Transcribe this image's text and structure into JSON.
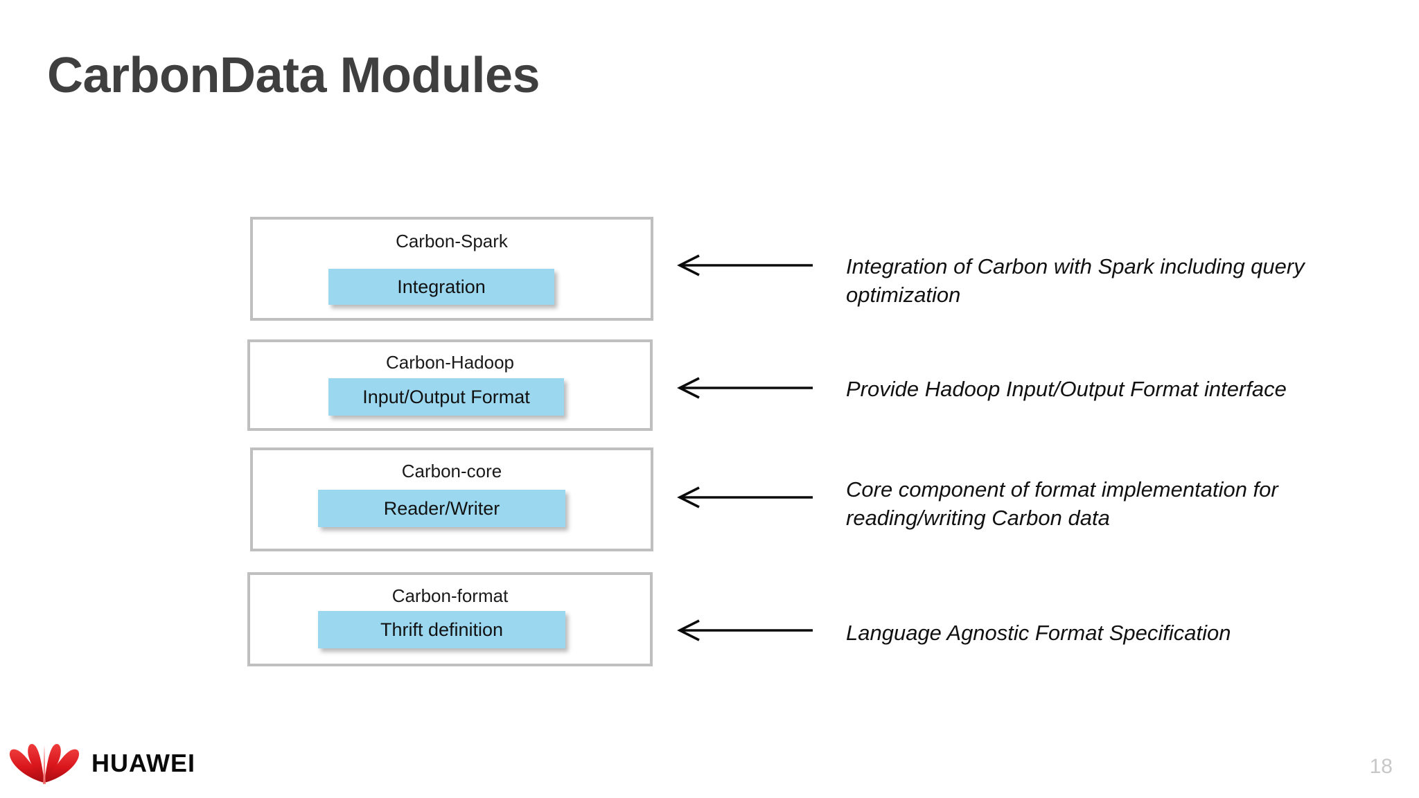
{
  "slide": {
    "title": "CarbonData Modules",
    "page_number": "18"
  },
  "modules": [
    {
      "name": "Carbon-Spark",
      "component": "Integration",
      "description": "Integration of Carbon with Spark including query optimization"
    },
    {
      "name": "Carbon-Hadoop",
      "component": "Input/Output Format",
      "description": "Provide Hadoop Input/Output Format interface"
    },
    {
      "name": "Carbon-core",
      "component": "Reader/Writer",
      "description": "Core component of format implementation for reading/writing Carbon data"
    },
    {
      "name": "Carbon-format",
      "component": "Thrift definition",
      "description": "Language Agnostic Format Specification"
    }
  ],
  "footer": {
    "brand": "HUAWEI"
  },
  "colors": {
    "title": "#3f3f3f",
    "box_border": "#bfbfbf",
    "component_fill": "#9BD7EF",
    "brand_red": "#d7141a",
    "page_number": "#c8c8c8"
  }
}
